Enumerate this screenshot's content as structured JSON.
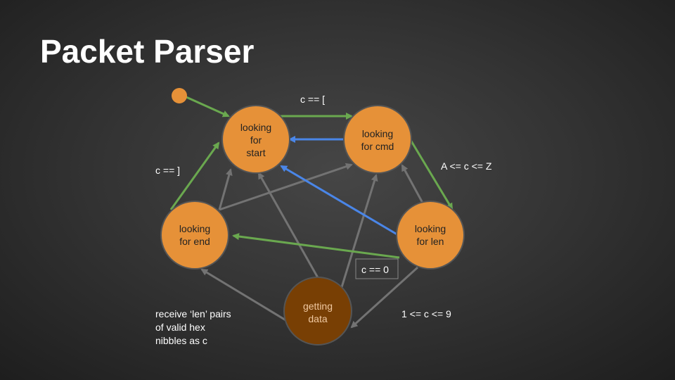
{
  "title": "Packet Parser",
  "colors": {
    "node": "#e69138",
    "data_node": "#783f04",
    "edge_green": "#6aa84f",
    "edge_blue": "#4a86e8",
    "edge_gray": "#737373",
    "text": "#ffffff"
  },
  "nodes": {
    "looking_for_start": {
      "lines": [
        "looking",
        "for",
        "start"
      ]
    },
    "looking_for_cmd": {
      "lines": [
        "looking",
        "for cmd"
      ]
    },
    "looking_for_len": {
      "lines": [
        "looking",
        "for len"
      ]
    },
    "looking_for_end": {
      "lines": [
        "looking",
        "for end"
      ]
    },
    "getting_data": {
      "lines": [
        "getting",
        "data"
      ]
    }
  },
  "labels": {
    "start_to_cmd": "c == [",
    "cmd_to_len": "A <= c <= Z",
    "end_to_start": "c == ]",
    "len_zero": "c == 0",
    "len_to_data": "1 <= c <= 9",
    "data_loop": [
      "receive ‘len’ pairs",
      "of valid hex",
      "nibbles as c"
    ]
  }
}
